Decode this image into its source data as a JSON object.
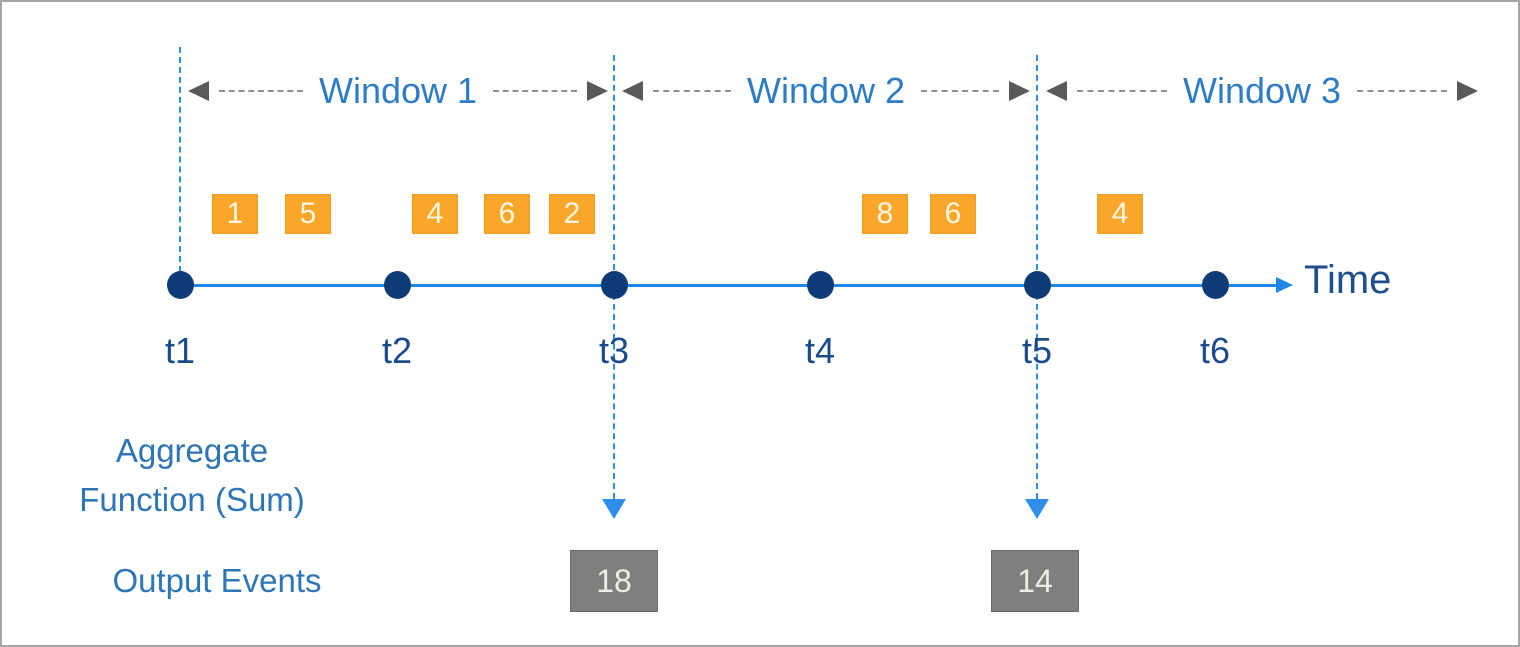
{
  "windows": [
    {
      "label": "Window 1"
    },
    {
      "label": "Window 2"
    },
    {
      "label": "Window 3"
    }
  ],
  "events": [
    {
      "value": "1",
      "window": 1
    },
    {
      "value": "5",
      "window": 1
    },
    {
      "value": "4",
      "window": 1
    },
    {
      "value": "6",
      "window": 1
    },
    {
      "value": "2",
      "window": 1
    },
    {
      "value": "8",
      "window": 2
    },
    {
      "value": "6",
      "window": 2
    },
    {
      "value": "4",
      "window": 3
    }
  ],
  "timeline": {
    "label": "Time",
    "ticks": [
      "t1",
      "t2",
      "t3",
      "t4",
      "t5",
      "t6"
    ]
  },
  "captions": {
    "aggregate_line1": "Aggregate",
    "aggregate_line2": "Function (Sum)",
    "output_events": "Output Events"
  },
  "outputs": [
    {
      "value": "18",
      "at_tick": "t3"
    },
    {
      "value": "14",
      "at_tick": "t5"
    }
  ],
  "colors": {
    "timeline_blue": "#1e86e8",
    "dashed_blue": "#2f8fe8",
    "dot_navy": "#0d3b78",
    "event_orange": "#f9a72b",
    "output_gray": "#7f7f7f",
    "arrowhead_gray": "#595959",
    "window_text_blue": "#2e7cc4",
    "tick_text_blue": "#1c4b8c",
    "caption_blue": "#2e75b6"
  }
}
